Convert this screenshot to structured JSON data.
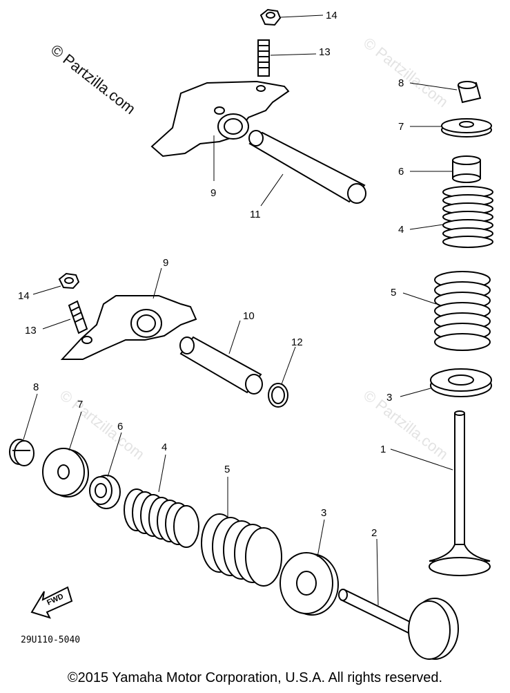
{
  "watermarks": [
    "© Partzilla.com",
    "© Partzilla.com",
    "© Partzilla.com",
    "© Partzilla.com"
  ],
  "callouts": [
    "14",
    "13",
    "9",
    "11",
    "8",
    "7",
    "6",
    "4",
    "5",
    "9",
    "10",
    "12",
    "14",
    "13",
    "3",
    "1",
    "8",
    "7",
    "6",
    "4",
    "5",
    "3",
    "2"
  ],
  "fwd_label": "FWD",
  "diagram_code": "29U110-5040",
  "copyright": "©2015  Yamaha Motor Corporation, U.S.A. All rights reserved."
}
